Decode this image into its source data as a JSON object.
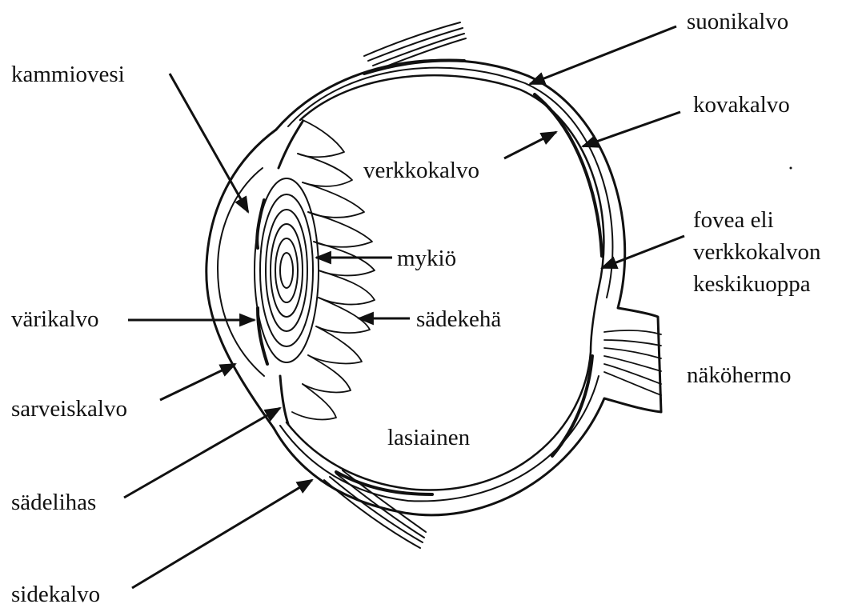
{
  "diagram": {
    "labels": {
      "kammiovesi": "kammiovesi",
      "suonikalvo": "suonikalvo",
      "kovakalvo": "kovakalvo",
      "verkkokalvo": "verkkokalvo",
      "fovea_line1": "fovea eli",
      "fovea_line2": "verkkokalvon",
      "fovea_line3": "keskikuoppa",
      "mykio": "mykiö",
      "varikalvo": "värikalvo",
      "sadekeha": "sädekehä",
      "nakohermo": "näköhermo",
      "sarveiskalvo": "sarveiskalvo",
      "lasiainen": "lasiainen",
      "sadelihas": "sädelihas",
      "sidekalvo": "sidekalvo"
    },
    "colors": {
      "ink": "#111111",
      "background": "#ffffff"
    }
  }
}
